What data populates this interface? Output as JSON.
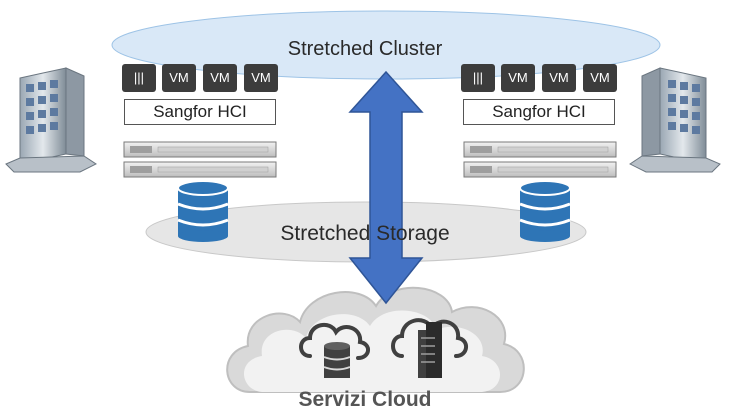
{
  "cluster": {
    "label": "Stretched Cluster"
  },
  "storage": {
    "label": "Stretched Storage"
  },
  "cloud": {
    "label": "Servizi Cloud"
  },
  "nodes": [
    {
      "hci_label": "Sangfor HCI",
      "tiles": [
        "|||",
        "VM",
        "VM",
        "VM"
      ]
    },
    {
      "hci_label": "Sangfor HCI",
      "tiles": [
        "|||",
        "VM",
        "VM",
        "VM"
      ]
    }
  ],
  "colors": {
    "ellipse_cluster": "#d9e8f7",
    "ellipse_storage": "#e6e6e6",
    "arrow": "#4472c4",
    "database": "#2e75b6",
    "tile": "#3c3c3c",
    "cloud": "#d9d9d9"
  },
  "icons": [
    "server-building-icon",
    "rack-server-icon",
    "database-icon",
    "cloud-database-icon",
    "cloud-server-icon",
    "double-arrow-icon"
  ]
}
